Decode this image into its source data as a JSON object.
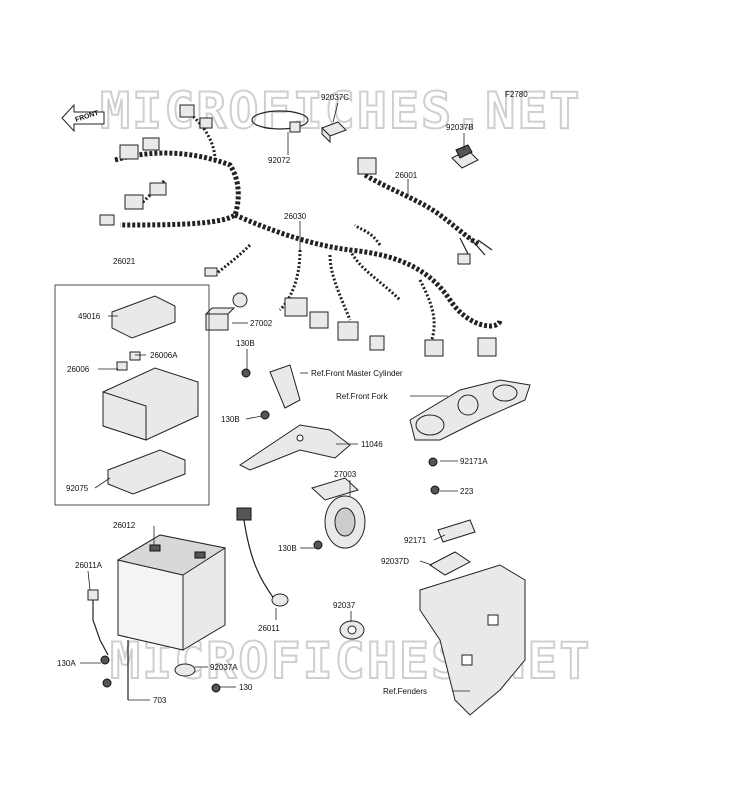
{
  "figure_code": "F2780",
  "watermarks": [
    "MICROFICHES.NET",
    "MICROFICHES.NET"
  ],
  "front_marker": "FRONT",
  "part_labels": [
    "92072",
    "92037C",
    "92037B",
    "26001",
    "26030",
    "26021",
    "49016",
    "26006A",
    "26006",
    "92075",
    "27002",
    "130B",
    "130B",
    "130B",
    "11046",
    "27003",
    "92171A",
    "223",
    "92171",
    "92037D",
    "26012",
    "26011A",
    "26011",
    "92037",
    "130A",
    "92037A",
    "130",
    "703"
  ],
  "reference_labels": [
    "Ref.Front Master Cylinder",
    "Ref.Front Fork",
    "Ref.Fenders"
  ]
}
